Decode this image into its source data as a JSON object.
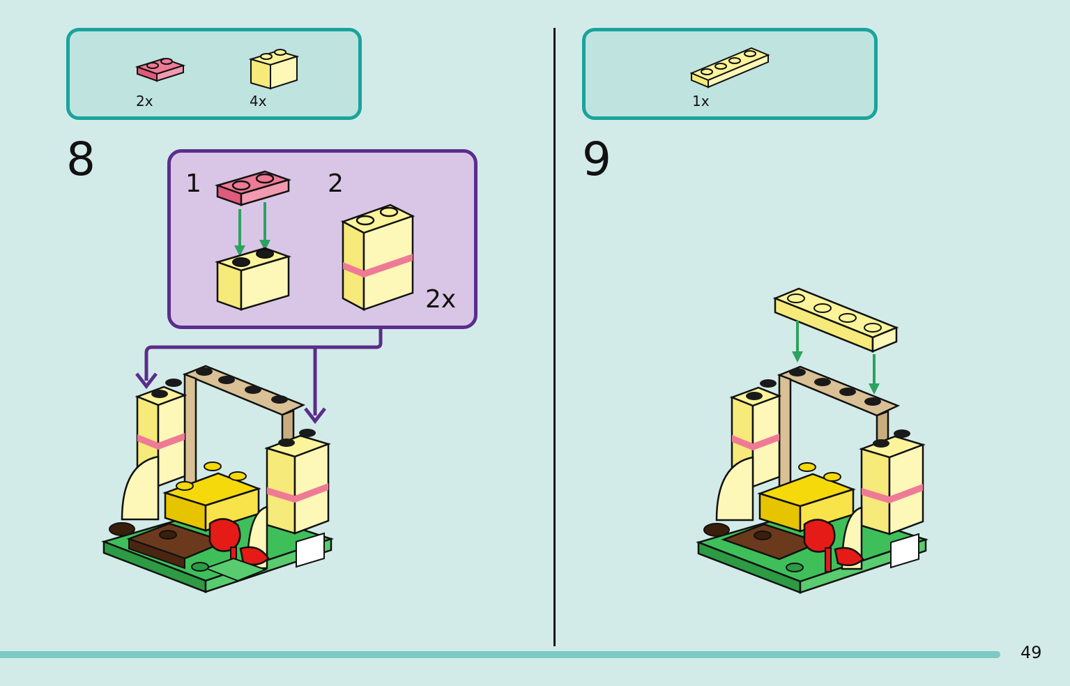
{
  "step8": {
    "number": "8",
    "parts": [
      {
        "name": "pink-plate-1x2",
        "qty": "2x",
        "color": "#ef7a96"
      },
      {
        "name": "yellow-brick-1x2",
        "qty": "4x",
        "color": "#fbf49a"
      }
    ],
    "substeps": {
      "first": "1",
      "second": "2",
      "repeat": "2x"
    },
    "callout_color": "#d9c6e6",
    "callout_border": "#5a2d8c"
  },
  "step9": {
    "number": "9",
    "parts": [
      {
        "name": "yellow-plate-1x4",
        "qty": "1x",
        "color": "#fbf49a"
      }
    ]
  },
  "page": {
    "number": "49"
  },
  "colors": {
    "background": "#d3ebe8",
    "parts_box": "#bfe3df",
    "parts_border": "#1aa39c",
    "arrow_green": "#2ca25f",
    "arrow_purple": "#5a2d8c"
  }
}
